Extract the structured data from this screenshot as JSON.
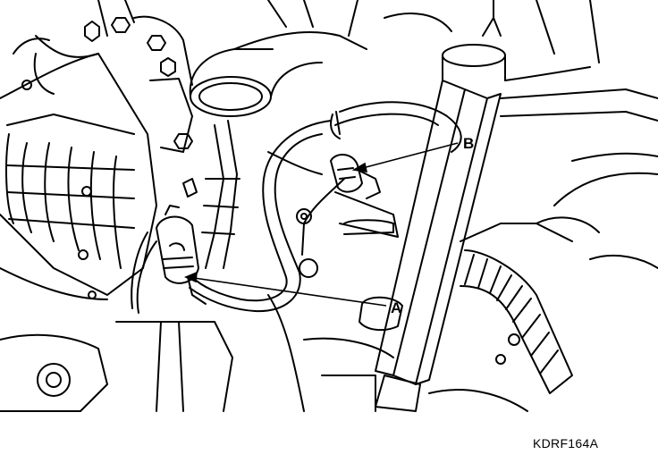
{
  "figure": {
    "callouts": {
      "a": "A",
      "b": "B"
    },
    "caption": "KDRF164A"
  },
  "colors": {
    "line": "#000000",
    "background": "#ffffff"
  }
}
